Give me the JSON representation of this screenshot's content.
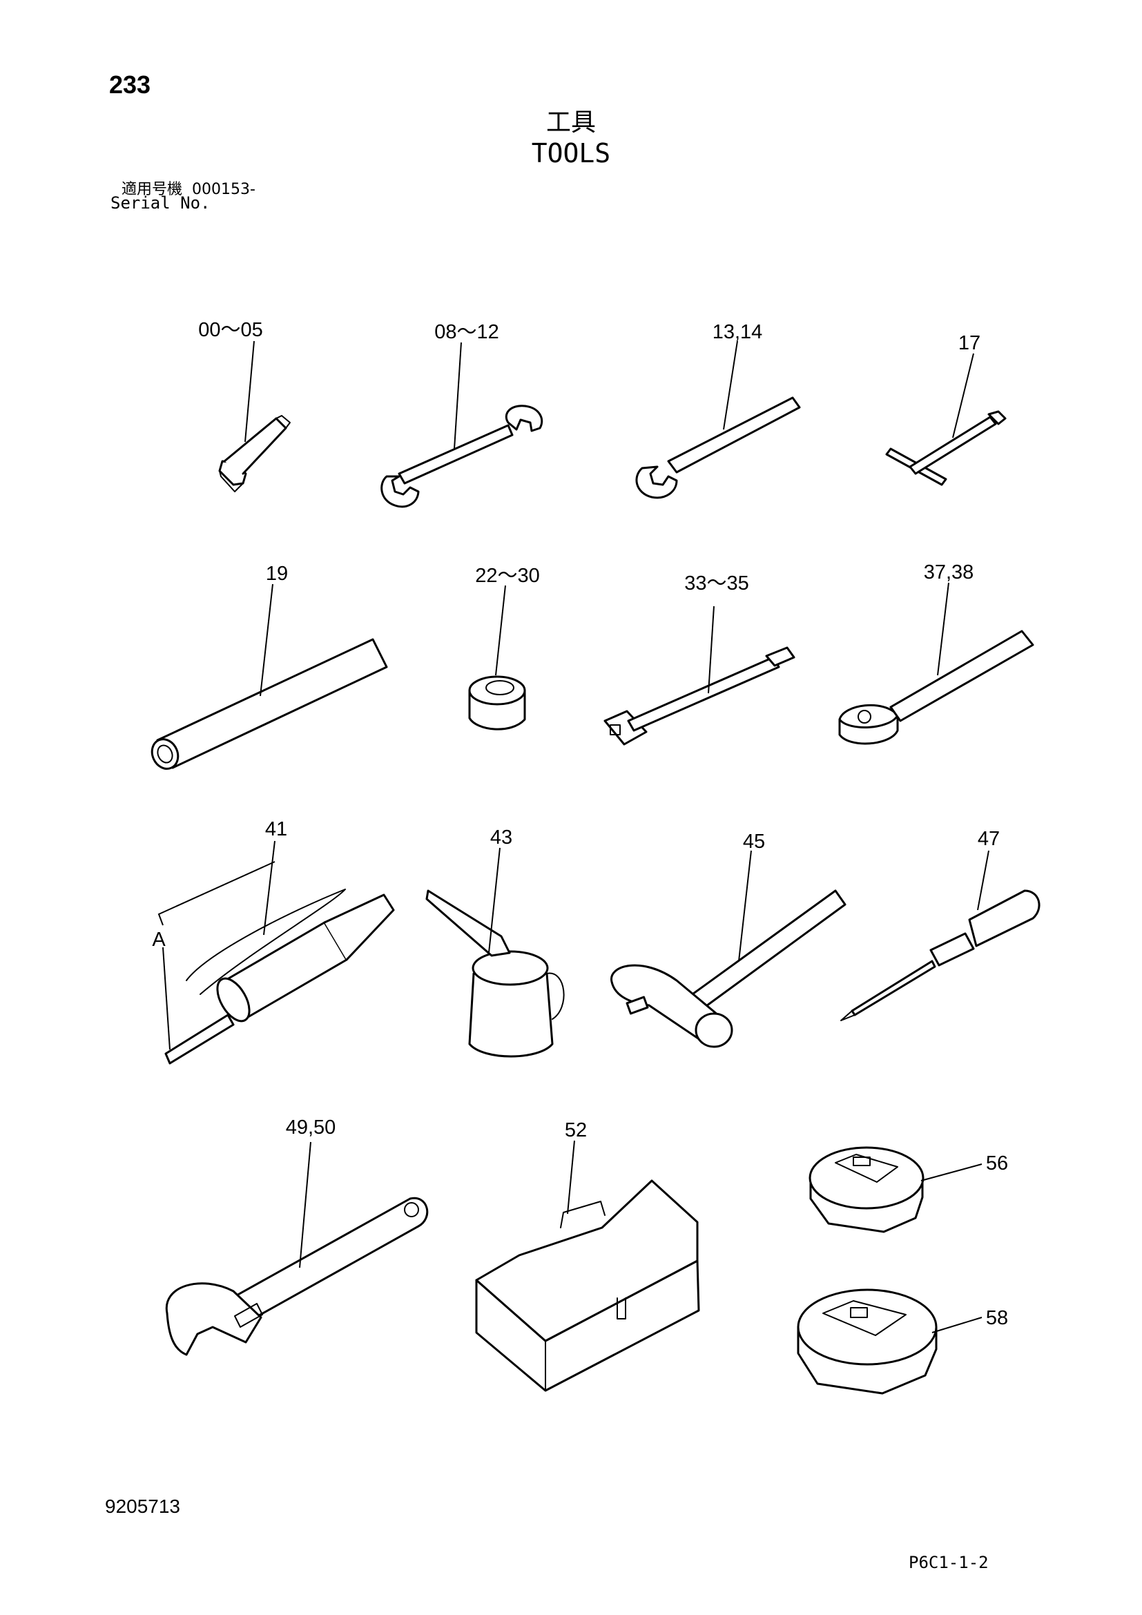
{
  "header": {
    "page_number": "233",
    "title_jp": "工具",
    "title_en": "TOOLS",
    "serial_label_jp": "適用号機",
    "serial_value": "000153-",
    "serial_label_en": "Serial No."
  },
  "callouts": {
    "hex_key": "00～05",
    "wrench_small": "08～12",
    "wrench_large": "13,14",
    "t_handle": "17",
    "pipe": "19",
    "socket": "22～30",
    "extension_bar": "33～35",
    "ratchet": "37,38",
    "grease_gun": "41",
    "grease_gun_detail": "A",
    "oil_can": "43",
    "hammer": "45",
    "screwdriver": "47",
    "adjustable_wrench": "49,50",
    "tool_box": "52",
    "filter_wrench_small": "56",
    "filter_wrench_large": "58"
  },
  "footer": {
    "document_number": "9205713",
    "page_code": "P6C1-1-2"
  }
}
